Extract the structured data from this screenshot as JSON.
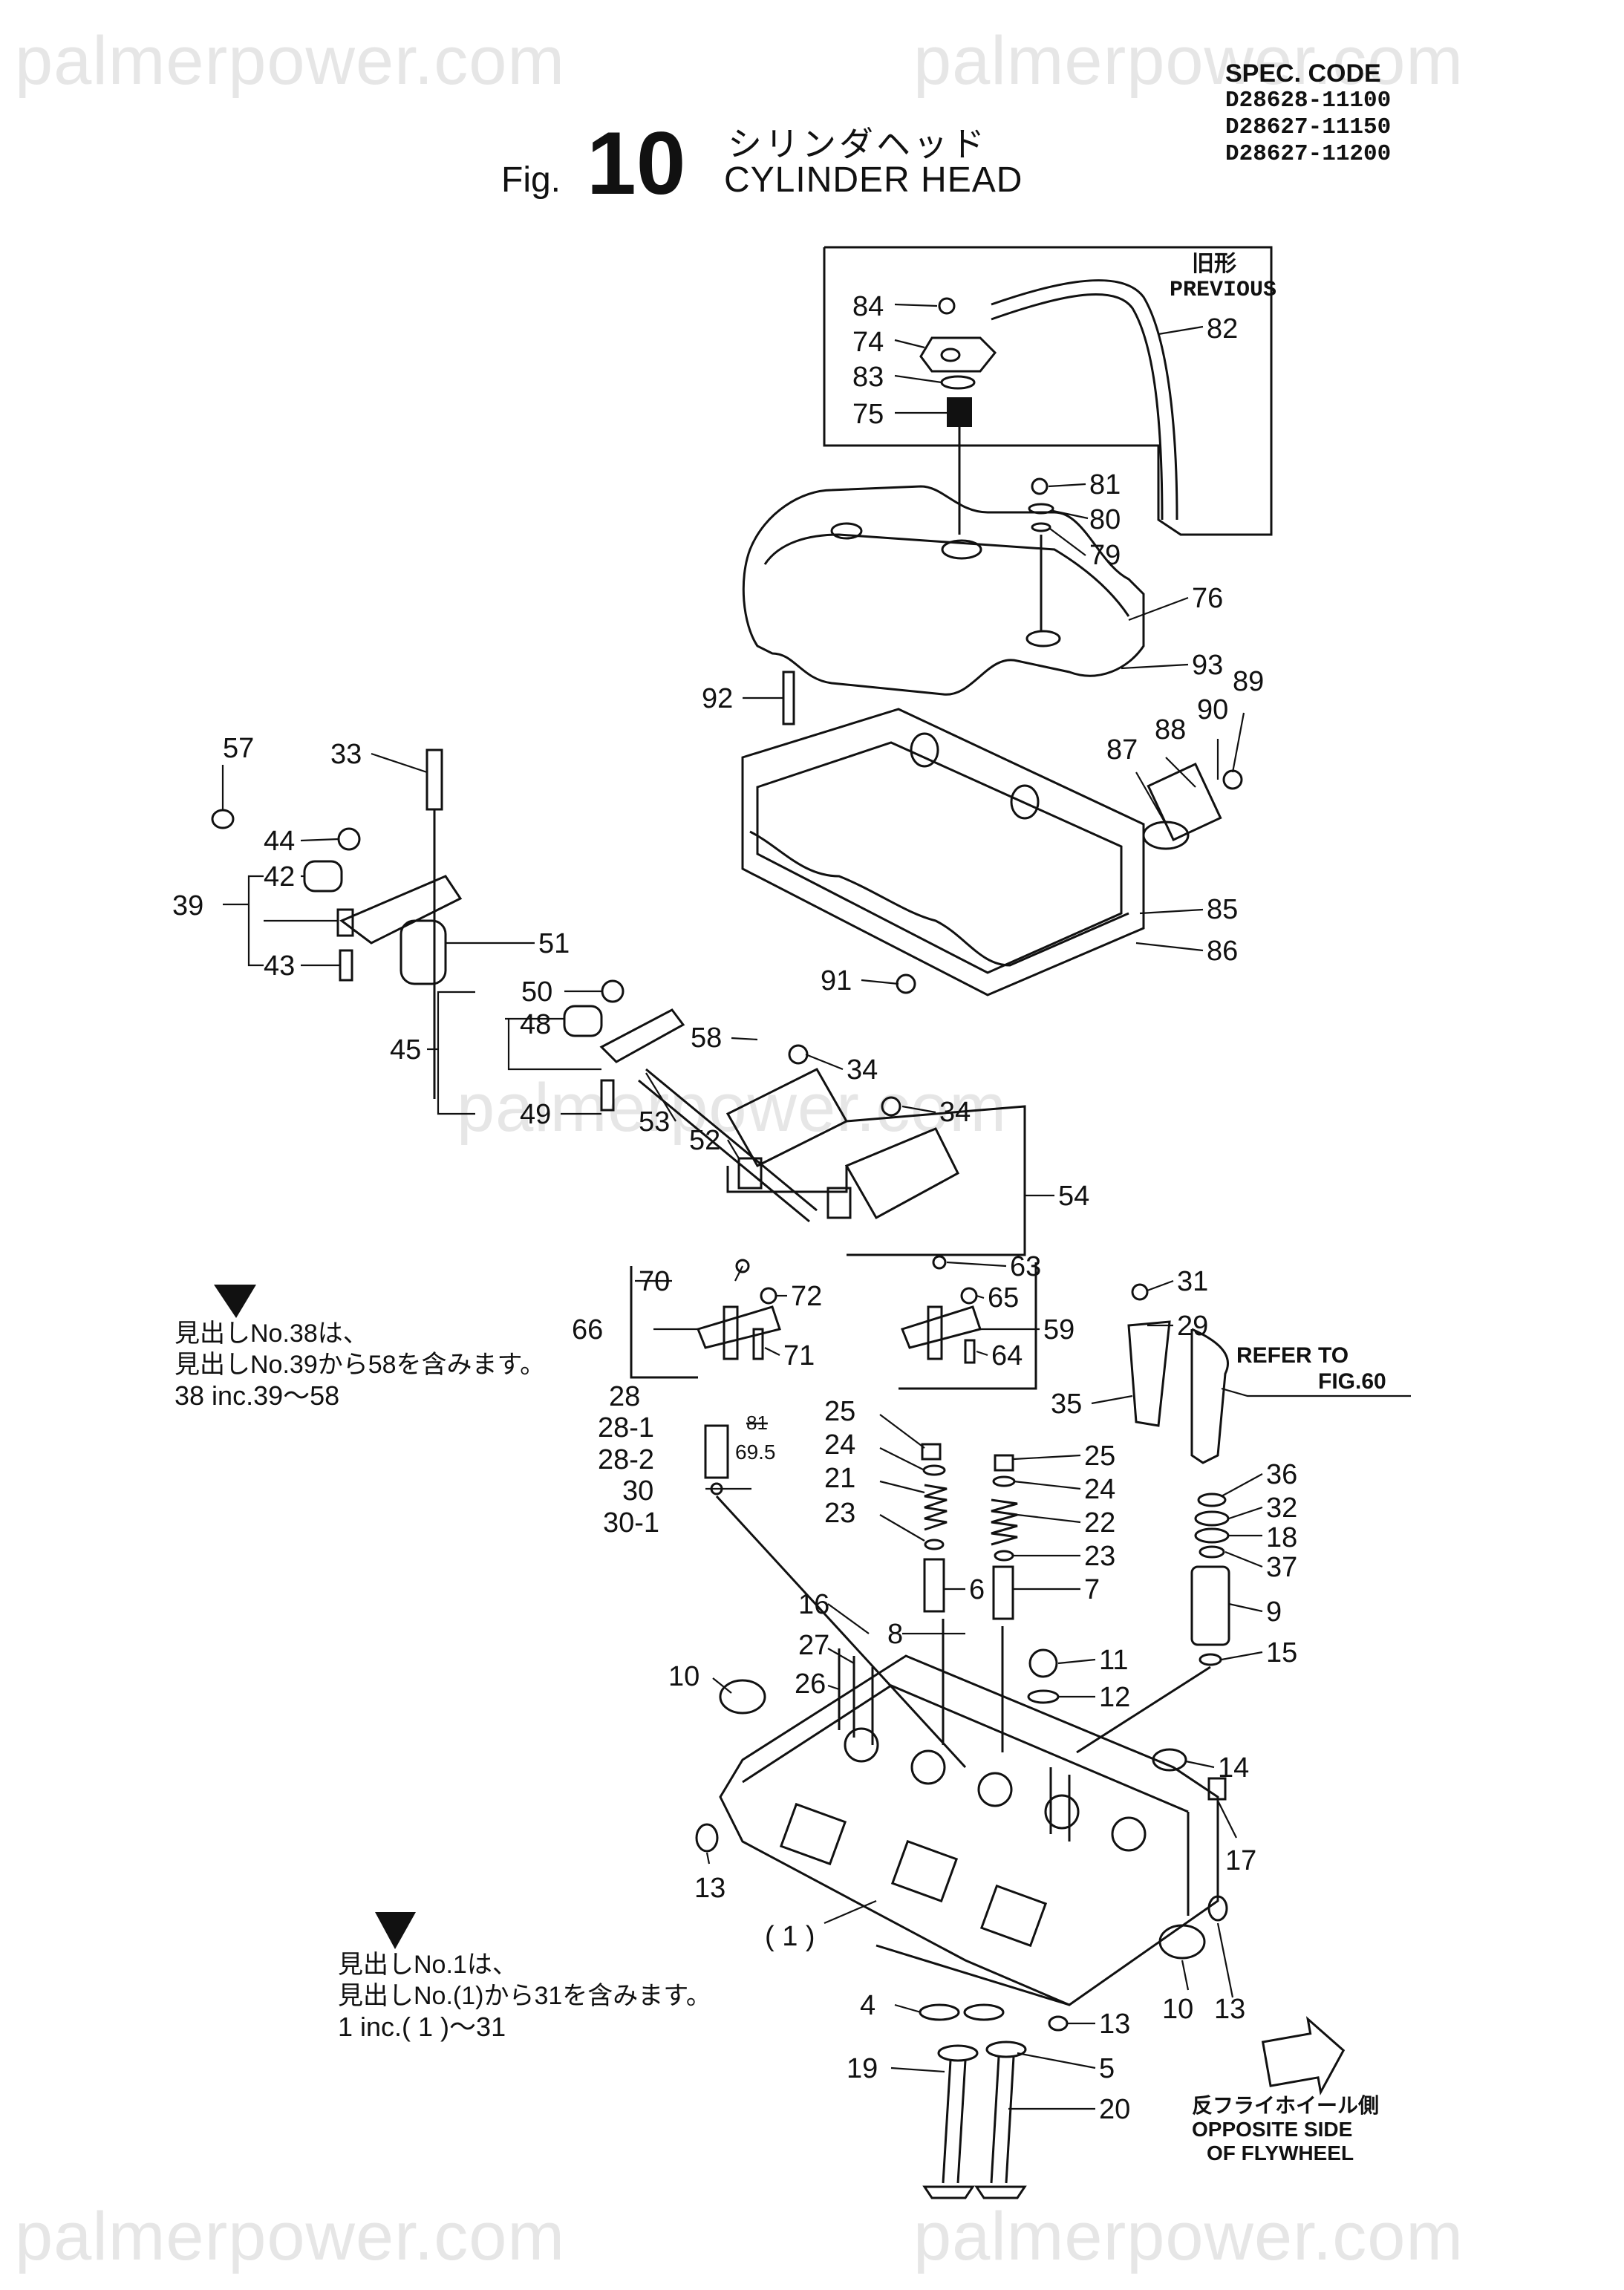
{
  "watermarks": [
    "palmerpower.com",
    "palmerpower.com",
    "palmerpower.com",
    "palmerpower.com",
    "palmerpower.com"
  ],
  "spec": {
    "label": "SPEC. CODE",
    "codes": [
      "D28628-11100",
      "D28627-11150",
      "D28627-11200"
    ]
  },
  "title": {
    "fig_word": "Fig.",
    "fig_number": "10",
    "japanese": "シリンダヘッド",
    "english": "CYLINDER HEAD"
  },
  "inset": {
    "caption_jp": "旧形",
    "caption_en": "PREVIOUS"
  },
  "callouts": {
    "c84": "84",
    "c74": "74",
    "c83": "83",
    "c75": "75",
    "c82": "82",
    "c81": "81",
    "c80": "80",
    "c79": "79",
    "c76": "76",
    "c93": "93",
    "c92": "92",
    "c89": "89",
    "c90": "90",
    "c88": "88",
    "c87": "87",
    "c85": "85",
    "c86": "86",
    "c91": "91",
    "c57": "57",
    "c33": "33",
    "c44": "44",
    "c42": "42",
    "c39": "39",
    "c43": "43",
    "c51": "51",
    "c50": "50",
    "c48": "48",
    "c45": "45",
    "c49": "49",
    "c53": "53",
    "c58": "58",
    "c34a": "34",
    "c34b": "34",
    "c52": "52",
    "c54": "54",
    "c70": "70",
    "c72": "72",
    "c66": "66",
    "c71": "71",
    "c63": "63",
    "c65": "65",
    "c59": "59",
    "c64": "64",
    "c31": "31",
    "c29": "29",
    "c35": "35",
    "c28": "28",
    "c28_1": "28-1",
    "c28_2": "28-2",
    "c30": "30",
    "c30_1": "30-1",
    "c81b": "81",
    "c69_5": "69.5",
    "c25a": "25",
    "c24a": "24",
    "c21": "21",
    "c23a": "23",
    "c25b": "25",
    "c24b": "24",
    "c22": "22",
    "c23b": "23",
    "c7": "7",
    "c6": "6",
    "c36": "36",
    "c32": "32",
    "c18": "18",
    "c37": "37",
    "c9": "9",
    "c15": "15",
    "c16": "16",
    "c8": "8",
    "c27": "27",
    "c10a": "10",
    "c26": "26",
    "c11": "11",
    "c12": "12",
    "c14": "14",
    "c17": "17",
    "c13a": "13",
    "c1": "( 1 )",
    "c10b": "10",
    "c13b": "13",
    "c4": "4",
    "c13c": "13",
    "c19": "19",
    "c5": "5",
    "c20": "20"
  },
  "refer": {
    "line1": "REFER TO",
    "line2": "FIG.60"
  },
  "notes": {
    "upper_jp1": "見出しNo.38は、",
    "upper_jp2": "見出しNo.39から58を含みます。",
    "upper_en": "38  inc.39～58",
    "lower_jp1": "見出しNo.1は、",
    "lower_jp2": "見出しNo.(1)から31を含みます。",
    "lower_en": "1  inc.( 1 )～31"
  },
  "opposite_side": {
    "jp": "反フライホイール側",
    "en1": "OPPOSITE SIDE",
    "en2": "OF FLYWHEEL"
  }
}
